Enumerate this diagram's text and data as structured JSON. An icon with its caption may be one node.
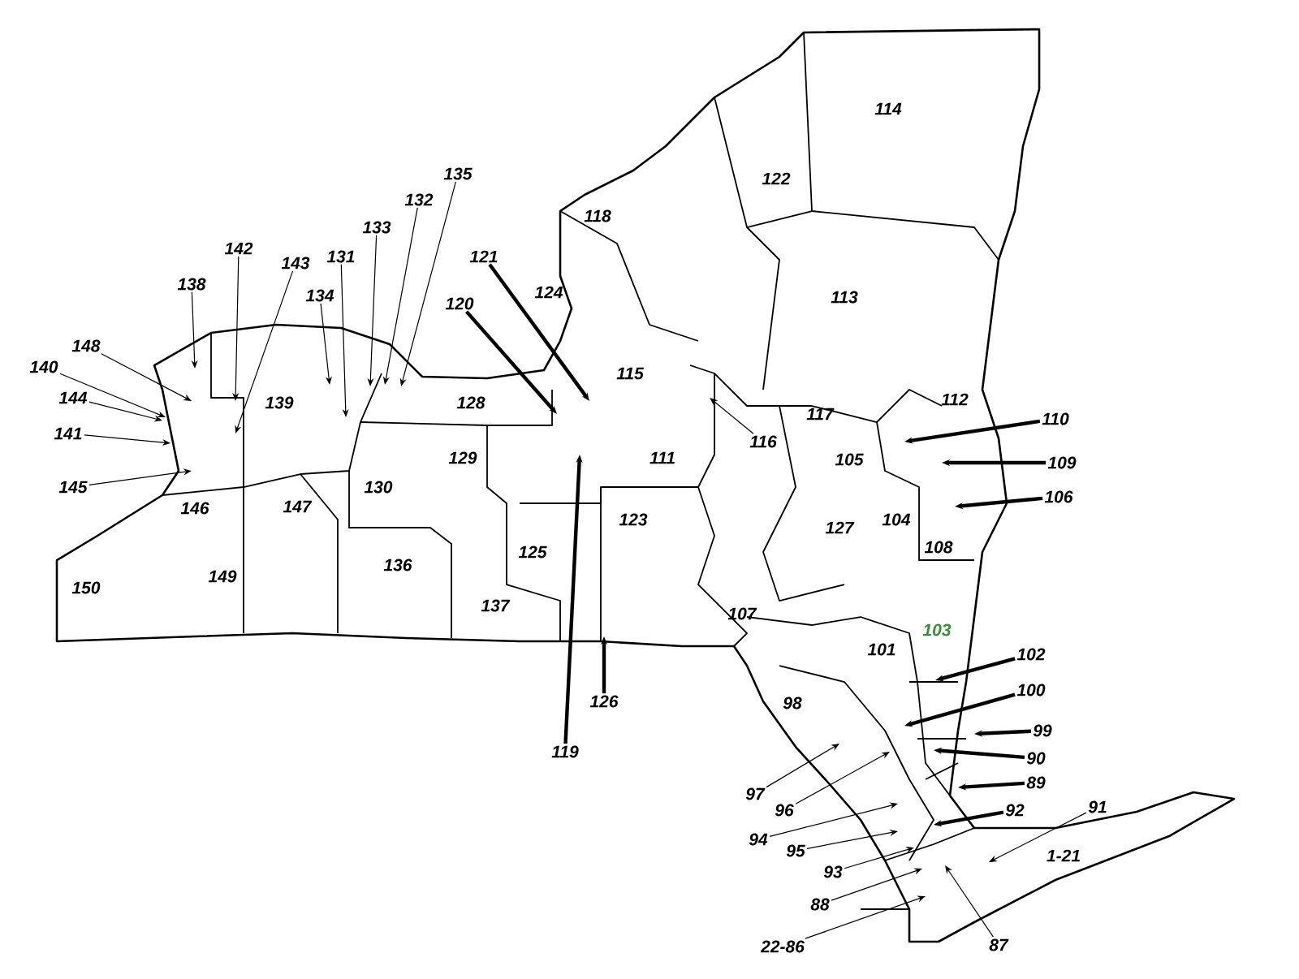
{
  "diagram": {
    "nodes": [
      {
        "text": [
          "135"
        ]
      },
      {
        "text": [
          "132"
        ]
      },
      {
        "text": [
          "133"
        ]
      },
      {
        "text": [
          "142"
        ]
      },
      {
        "text": [
          "131"
        ]
      },
      {
        "text": [
          "121"
        ]
      },
      {
        "text": [
          "143"
        ]
      },
      {
        "text": [
          "138"
        ]
      },
      {
        "text": [
          "134"
        ]
      },
      {
        "text": [
          "120"
        ]
      },
      {
        "text": [
          "148"
        ]
      },
      {
        "text": [
          "140"
        ]
      },
      {
        "text": [
          "144"
        ]
      },
      {
        "text": [
          "141"
        ]
      },
      {
        "text": [
          "145"
        ]
      },
      {
        "text": [
          "116"
        ]
      },
      {
        "text": [
          "110"
        ]
      },
      {
        "text": [
          "109"
        ]
      },
      {
        "text": [
          "106"
        ]
      },
      {
        "text": [
          "102"
        ]
      },
      {
        "text": [
          "100"
        ]
      },
      {
        "text": [
          "99"
        ]
      },
      {
        "text": [
          "90"
        ]
      },
      {
        "text": [
          "89"
        ]
      },
      {
        "text": [
          "92"
        ]
      },
      {
        "text": [
          "91"
        ]
      },
      {
        "text": [
          "126"
        ]
      },
      {
        "text": [
          "97"
        ]
      },
      {
        "text": [
          "96"
        ]
      },
      {
        "text": [
          "119"
        ]
      },
      {
        "text": [
          "94"
        ]
      },
      {
        "text": [
          "95"
        ]
      },
      {
        "text": [
          "93"
        ]
      },
      {
        "text": [
          "88"
        ]
      },
      {
        "text": [
          "87"
        ]
      },
      {
        "text": [
          "22-86"
        ]
      }
    ],
    "edges": [
      {
        "from": 0,
        "to": null,
        "arrow": "to"
      },
      {
        "from": 1,
        "to": null,
        "arrow": "to"
      },
      {
        "from": 2,
        "to": null,
        "arrow": "to"
      },
      {
        "from": 3,
        "to": null,
        "arrow": "to"
      },
      {
        "from": 4,
        "to": null,
        "arrow": "to"
      },
      {
        "from": 5,
        "to": null,
        "arrow": "to",
        "style": "thick"
      },
      {
        "from": 6,
        "to": null,
        "arrow": "to"
      },
      {
        "from": 7,
        "to": null,
        "arrow": "to"
      },
      {
        "from": 8,
        "to": null,
        "arrow": "to"
      },
      {
        "from": 9,
        "to": null,
        "arrow": "to",
        "style": "thick"
      },
      {
        "from": 10,
        "to": null,
        "arrow": "to"
      },
      {
        "from": 11,
        "to": null,
        "arrow": "to"
      },
      {
        "from": 12,
        "to": null,
        "arrow": "to"
      },
      {
        "from": 13,
        "to": null,
        "arrow": "to"
      },
      {
        "from": 14,
        "to": null,
        "arrow": "to"
      },
      {
        "from": 15,
        "to": null,
        "arrow": "to"
      },
      {
        "from": 16,
        "to": null,
        "arrow": "to",
        "style": "thick"
      },
      {
        "from": 17,
        "to": null,
        "arrow": "to",
        "style": "thick"
      },
      {
        "from": 18,
        "to": null,
        "arrow": "to",
        "style": "thick"
      },
      {
        "from": 19,
        "to": null,
        "arrow": "to",
        "style": "thick"
      },
      {
        "from": 20,
        "to": null,
        "arrow": "to",
        "style": "thick"
      },
      {
        "from": 21,
        "to": null,
        "arrow": "to",
        "style": "thick"
      },
      {
        "from": 22,
        "to": null,
        "arrow": "to",
        "style": "thick"
      },
      {
        "from": 23,
        "to": null,
        "arrow": "to",
        "style": "thick"
      },
      {
        "from": 24,
        "to": null,
        "arrow": "to",
        "style": "thick"
      },
      {
        "from": 25,
        "to": null,
        "arrow": "to"
      },
      {
        "from": 26,
        "to": null,
        "arrow": "to",
        "style": "thick"
      },
      {
        "from": 27,
        "to": null,
        "arrow": "to"
      },
      {
        "from": 28,
        "to": null,
        "arrow": "to"
      },
      {
        "from": 29,
        "to": null,
        "arrow": "to",
        "style": "thick"
      },
      {
        "from": 30,
        "to": null,
        "arrow": "to"
      },
      {
        "from": 31,
        "to": null,
        "arrow": "to"
      },
      {
        "from": 32,
        "to": null,
        "arrow": "to"
      },
      {
        "from": 33,
        "to": null,
        "arrow": "to"
      },
      {
        "from": 34,
        "to": null,
        "arrow": "to"
      },
      {
        "from": 35,
        "to": null,
        "arrow": "to"
      }
    ],
    "labels": [
      "114",
      "122",
      "118",
      "113",
      "124",
      "115",
      "139",
      "128",
      "117",
      "112",
      "105",
      "111",
      "129",
      "130",
      "146",
      "147",
      "123",
      "104",
      "127",
      "108",
      "125",
      "136",
      "149",
      "150",
      "137",
      "107",
      "103",
      "101",
      "98",
      "1-21"
    ]
  }
}
